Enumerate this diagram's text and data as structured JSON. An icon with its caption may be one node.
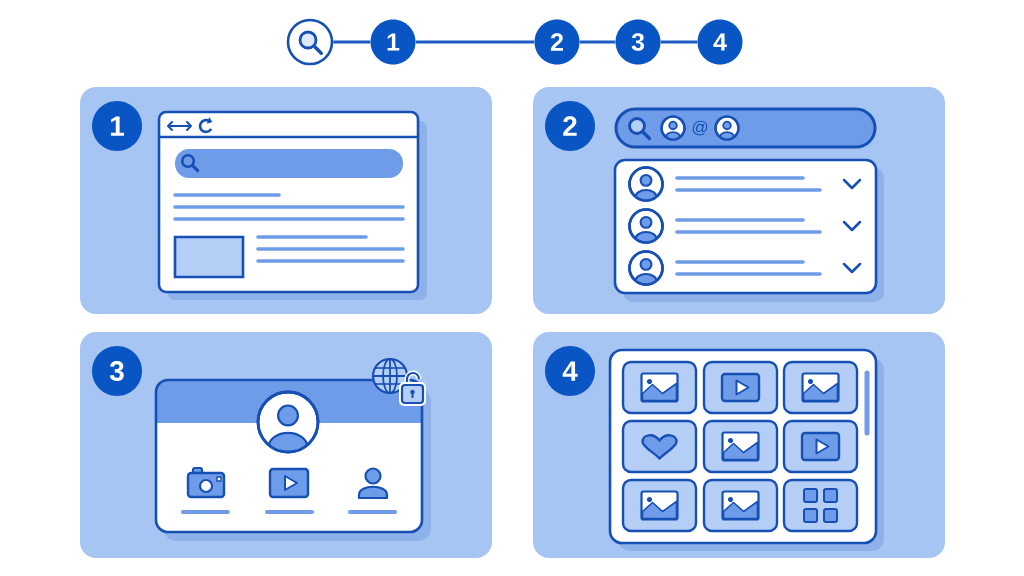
{
  "diagram": {
    "nodes": [
      {
        "text": [],
        "shape": "circle"
      },
      {
        "text": [
          "1"
        ]
      },
      {
        "text": [
          "2"
        ]
      },
      {
        "text": [
          "3"
        ]
      },
      {
        "text": [
          "4"
        ]
      },
      {
        "text": [],
        "shape": "box"
      },
      {
        "text": [
          "1"
        ],
        "in": 5
      },
      {
        "text": [],
        "shape": "box"
      },
      {
        "text": [
          "2"
        ],
        "in": 7
      },
      {
        "text": [],
        "shape": "box"
      },
      {
        "text": [
          "3"
        ],
        "in": 9
      },
      {
        "text": [],
        "shape": "box"
      },
      {
        "text": [
          "4"
        ],
        "in": 11
      }
    ],
    "edges": [
      {
        "from": 0,
        "to": 1,
        "arrow": "none"
      },
      {
        "from": 1,
        "to": 2,
        "arrow": "none"
      },
      {
        "from": 2,
        "to": 3,
        "arrow": "none"
      },
      {
        "from": 3,
        "to": 4,
        "arrow": "none"
      }
    ],
    "labels": [
      "@"
    ]
  }
}
